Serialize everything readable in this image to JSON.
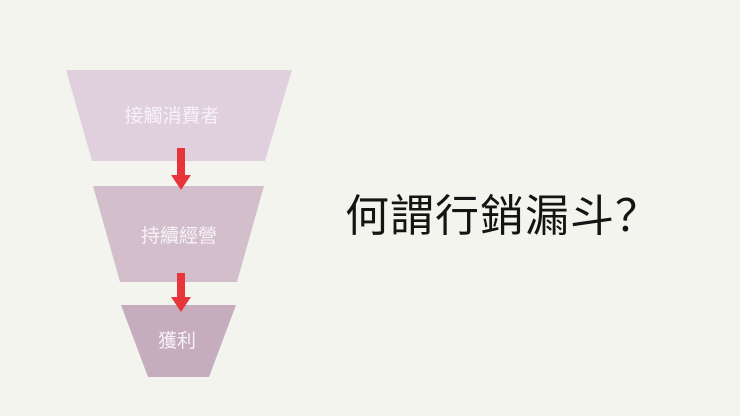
{
  "title": "何謂行銷漏斗？",
  "funnel": {
    "stages": [
      {
        "label": "接觸消費者",
        "color": "#e0d0de"
      },
      {
        "label": "持續經營",
        "color": "#d3bfcc"
      },
      {
        "label": "獲利",
        "color": "#c5adbd"
      }
    ],
    "arrow_color": "#e8353b"
  },
  "colors": {
    "background": "#f4f4ef",
    "title_text": "#141414",
    "stage_text": "#f7f1f6"
  }
}
